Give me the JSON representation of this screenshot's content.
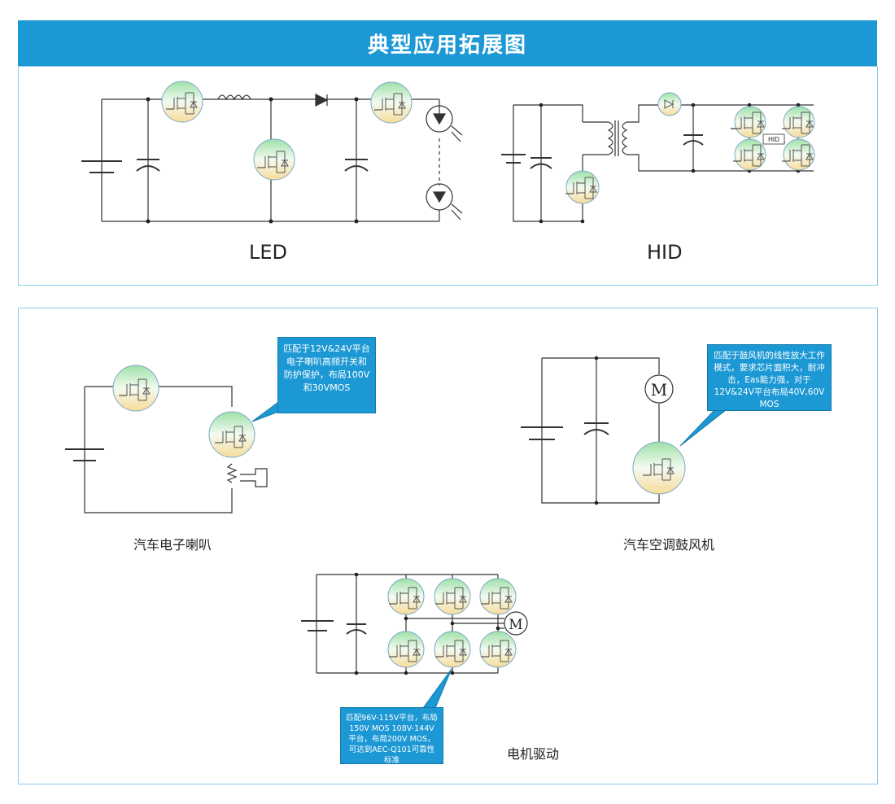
{
  "header": {
    "title": "典型应用拓展图"
  },
  "top_panel": {
    "led_caption": "LED",
    "hid_caption": "HID",
    "hid_label": "HID"
  },
  "bottom_panel": {
    "horn_caption": "汽车电子喇叭",
    "blower_caption": "汽车空调鼓风机",
    "motor_caption": "电机驱动",
    "horn_note": "匹配于12V&24V平台电子喇叭高频开关和防护保护，布局100V和30VMOS",
    "blower_note": "匹配于鼓风机的线性放大工作模式，要求芯片面积大，耐冲击，Eas能力强，对于12V&24V平台布局40V,60V MOS",
    "motor_note": "匹配96V-115V平台，布局150V MOS 108V-144V平台，布局200V MOS，可达到AEC-Q101可靠性标准",
    "motor_symbol": "M"
  },
  "colors": {
    "accent": "#1c98d4",
    "panel_border": "#8ccbe8"
  }
}
